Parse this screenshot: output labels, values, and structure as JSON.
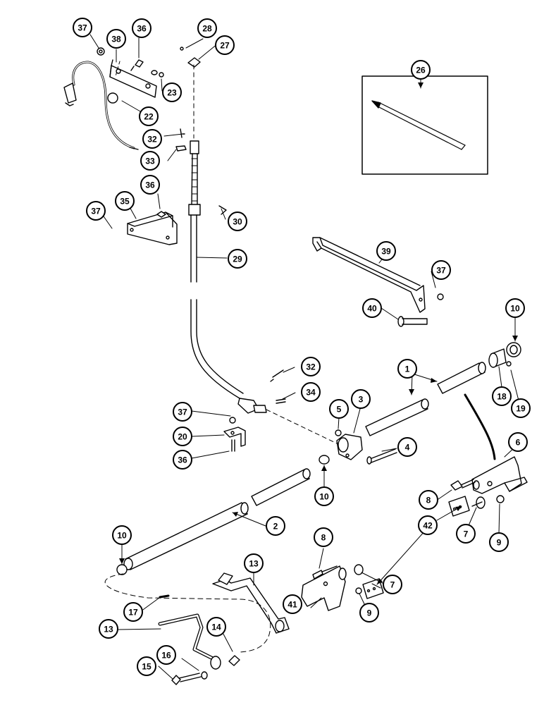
{
  "callouts": {
    "c1": "1",
    "c2": "2",
    "c3": "3",
    "c4": "4",
    "c5": "5",
    "c6": "6",
    "c7a": "7",
    "c7b": "7",
    "c8a": "8",
    "c8b": "8",
    "c9a": "9",
    "c9b": "9",
    "c10a": "10",
    "c10b": "10",
    "c10c": "10",
    "c13a": "13",
    "c13b": "13",
    "c14": "14",
    "c15": "15",
    "c16": "16",
    "c17": "17",
    "c18": "18",
    "c19": "19",
    "c20": "20",
    "c22": "22",
    "c23": "23",
    "c26": "26",
    "c27": "27",
    "c28": "28",
    "c29": "29",
    "c30": "30",
    "c32a": "32",
    "c32b": "32",
    "c33": "33",
    "c34": "34",
    "c35": "35",
    "c36a": "36",
    "c36b": "36",
    "c36c": "36",
    "c37a": "37",
    "c37b": "37",
    "c37c": "37",
    "c37d": "37",
    "c38": "38",
    "c39": "39",
    "c40": "40",
    "c41": "41",
    "c42": "42"
  }
}
